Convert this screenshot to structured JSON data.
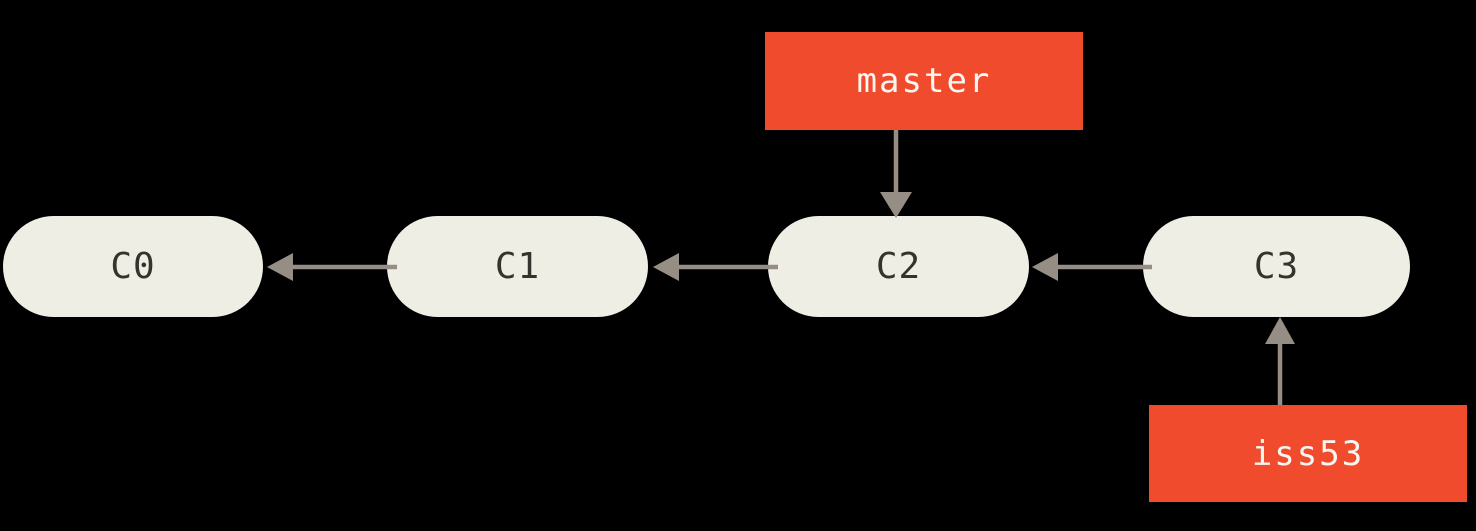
{
  "diagram": {
    "type": "git-commit-graph",
    "background": "#000000",
    "colors": {
      "node_fill": "#efeee5",
      "node_text": "#35332d",
      "branch_label_fill": "#f04b2d",
      "branch_label_text": "#f7f6f1",
      "arrow": "#968e85"
    },
    "commits": [
      {
        "label": "C0",
        "parent": null
      },
      {
        "label": "C1",
        "parent": "C0"
      },
      {
        "label": "C2",
        "parent": "C1"
      },
      {
        "label": "C3",
        "parent": "C2"
      }
    ],
    "branch_labels": [
      {
        "label": "master",
        "points_to": "C2",
        "position": "above"
      },
      {
        "label": "iss53",
        "points_to": "C3",
        "position": "below"
      }
    ],
    "edges": [
      {
        "from": "C1",
        "to": "C0",
        "direction": "left"
      },
      {
        "from": "C2",
        "to": "C1",
        "direction": "left"
      },
      {
        "from": "C3",
        "to": "C2",
        "direction": "left"
      },
      {
        "from": "master",
        "to": "C2",
        "direction": "down"
      },
      {
        "from": "iss53",
        "to": "C3",
        "direction": "up"
      }
    ]
  }
}
